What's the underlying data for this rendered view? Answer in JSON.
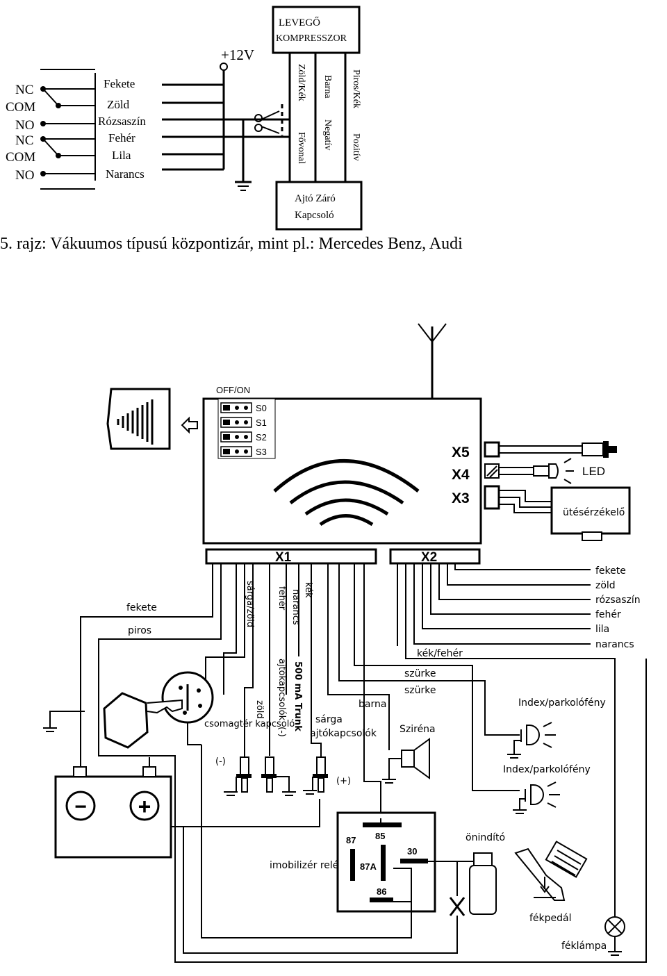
{
  "caption": "5. rajz: Vákuumos típusú központizár, mint pl.: Mercedes Benz, Audi",
  "top_diagram": {
    "compressor_label": [
      "LEVEGŐ",
      "KOMPRESSZOR"
    ],
    "supply_label": "+12V",
    "contacts": [
      "NC",
      "COM",
      "NO",
      "NC",
      "COM",
      "NO"
    ],
    "wires": [
      "Fekete",
      "Zöld",
      "Rózsaszín",
      "Fehér",
      "Lila",
      "Narancs"
    ],
    "vertical_wires": [
      [
        "Zöld/Kék",
        "Fővonal"
      ],
      [
        "Barna",
        "Negatív"
      ],
      [
        "Piros/Kék",
        "Pozitív"
      ]
    ],
    "switch_label": [
      "Ajtó Záró",
      "Kapcsoló"
    ]
  },
  "bottom_diagram": {
    "dip_header": "OFF/ON",
    "dip_switches": [
      "S0",
      "S1",
      "S2",
      "S3"
    ],
    "connectors": [
      "X5",
      "X4",
      "X3",
      "X1",
      "X2"
    ],
    "led_label": "LED",
    "shock_sensor_label": "ütésérzékelő",
    "x2_wires": [
      "fekete",
      "zöld",
      "rózsaszín",
      "fehér",
      "lila",
      "narancs"
    ],
    "x1_wire_labels": {
      "black": "fekete",
      "red": "piros",
      "yellow_green": "sárga/zöld",
      "white": "fehér",
      "orange": "narancs",
      "blue": "kék",
      "green": "zöld",
      "trunk_label": "csomagtér kapcsoló",
      "door_switch_neg": "ajtókapcsolók",
      "door_minus": "(-)",
      "trunk_500": "500 mA Trunk",
      "yellow": "sárga",
      "door_switch_pos": "ajtókapcsolók",
      "brown": "barna",
      "blue_white": "kék/fehér",
      "grey1": "szürke",
      "grey2": "szürke"
    },
    "minus_label": "(-)",
    "plus_label": "(+)",
    "siren_label": "Sziréna",
    "index_label_1": "Index/parkolófény",
    "index_label_2": "Index/parkolófény",
    "relay_label": "imobilizér relé",
    "relay_pins": [
      "85",
      "87",
      "87A",
      "30",
      "86"
    ],
    "starter_label": "önindító",
    "brake_pedal_label": "fékpedál",
    "brake_lamp_label": "féklámpa",
    "battery_terms": [
      "−",
      "+"
    ]
  }
}
